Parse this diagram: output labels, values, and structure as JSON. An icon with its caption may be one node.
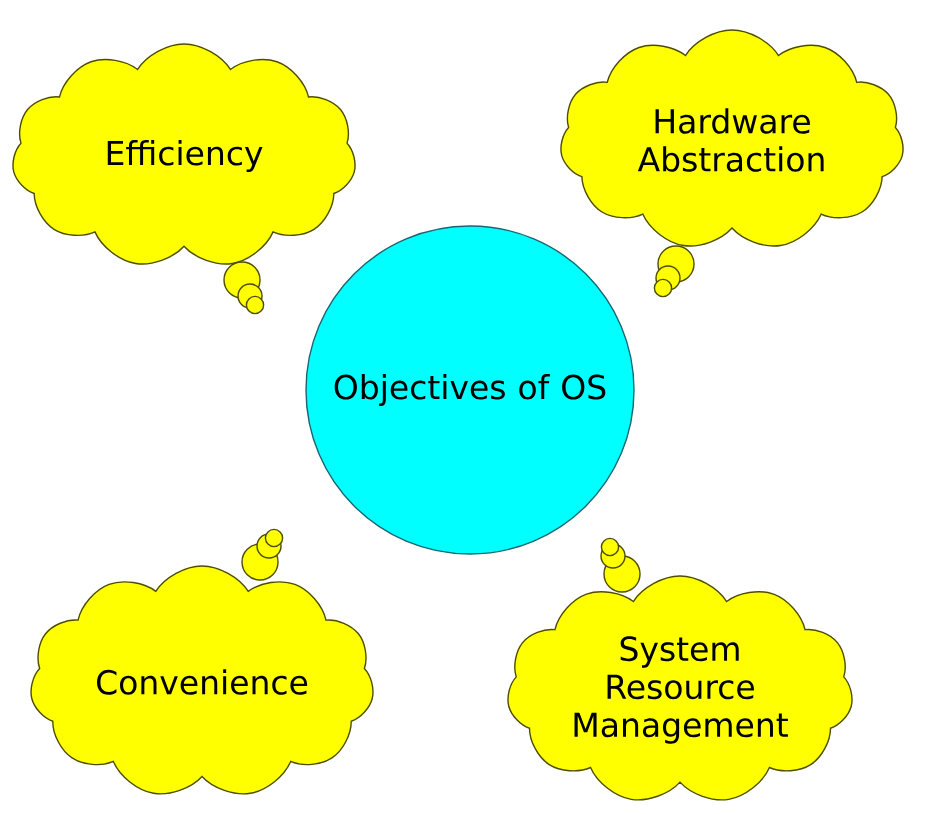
{
  "diagram": {
    "nodes": [
      {
        "text": [
          "Efficiency"
        ]
      },
      {
        "text": [
          "Hardware Abstraction"
        ]
      },
      {
        "text": [
          "Objectives of OS"
        ]
      },
      {
        "text": [
          "Convenience"
        ]
      },
      {
        "text": [
          "System Resource Management"
        ]
      }
    ]
  }
}
